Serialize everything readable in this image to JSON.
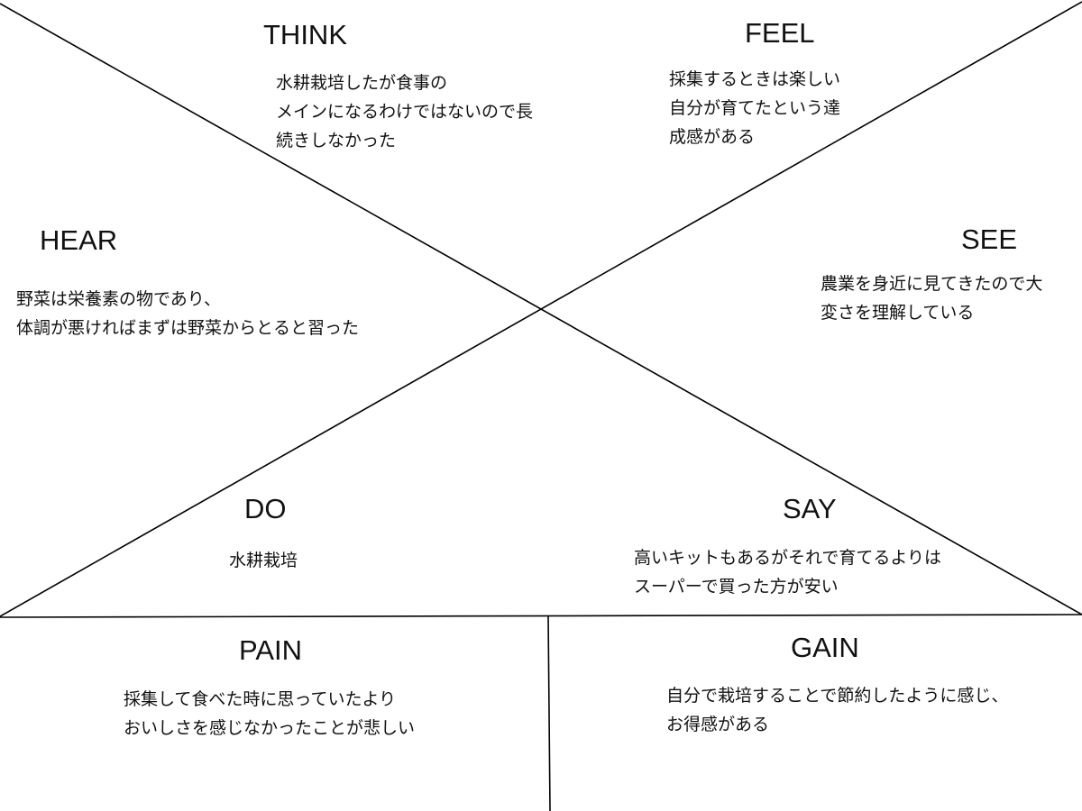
{
  "think": {
    "title": "THINK",
    "lines": [
      "水耕栽培したが食事の",
      "メインになるわけではないので長",
      "続きしなかった"
    ]
  },
  "feel": {
    "title": "FEEL",
    "lines": [
      "採集するときは楽しい",
      "自分が育てたという達",
      "成感がある"
    ]
  },
  "hear": {
    "title": "HEAR",
    "lines": [
      "野菜は栄養素の物であり、",
      "体調が悪ければまずは野菜からとると習った"
    ]
  },
  "see": {
    "title": "SEE",
    "lines": [
      "農業を身近に見てきたので大",
      "変さを理解している"
    ]
  },
  "do": {
    "title": "DO",
    "lines": [
      "水耕栽培"
    ]
  },
  "say": {
    "title": "SAY",
    "lines": [
      "高いキットもあるがそれで育てるよりは",
      "スーパーで買った方が安い"
    ]
  },
  "pain": {
    "title": "PAIN",
    "lines": [
      "採集して食べた時に思っていたより",
      "おいしさを感じなかったことが悲しい"
    ]
  },
  "gain": {
    "title": "GAIN",
    "lines": [
      "自分で栽培することで節約したように感じ、",
      "お得感がある"
    ]
  },
  "colors": {
    "line": "#000000",
    "text": "#111111",
    "background": "#ffffff"
  }
}
